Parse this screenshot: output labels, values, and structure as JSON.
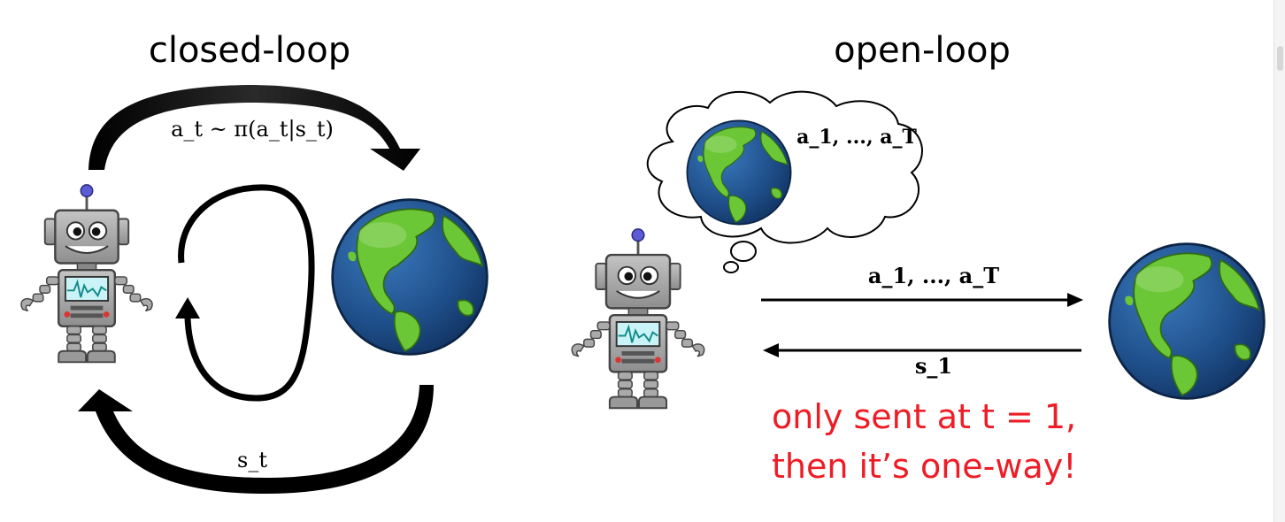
{
  "closed_loop": {
    "title": "closed-loop",
    "action_label": "a_t ~ π(a_t|s_t)",
    "state_label": "s_t"
  },
  "open_loop": {
    "title": "open-loop",
    "thought_label": "a_1, ..., a_T",
    "action_label": "a_1, ..., a_T",
    "state_label": "s_1",
    "note_line1": "only sent at t = 1,",
    "note_line2": "then it’s one-way!"
  },
  "colors": {
    "note_red": "#ee1c25",
    "ocean": "#1f4f8a",
    "land": "#6cc736",
    "robot_gray": "#9a9a9a",
    "screen_cyan": "#c9f3f6"
  },
  "icons": [
    "robot-icon",
    "earth-icon",
    "thought-cloud-icon"
  ]
}
